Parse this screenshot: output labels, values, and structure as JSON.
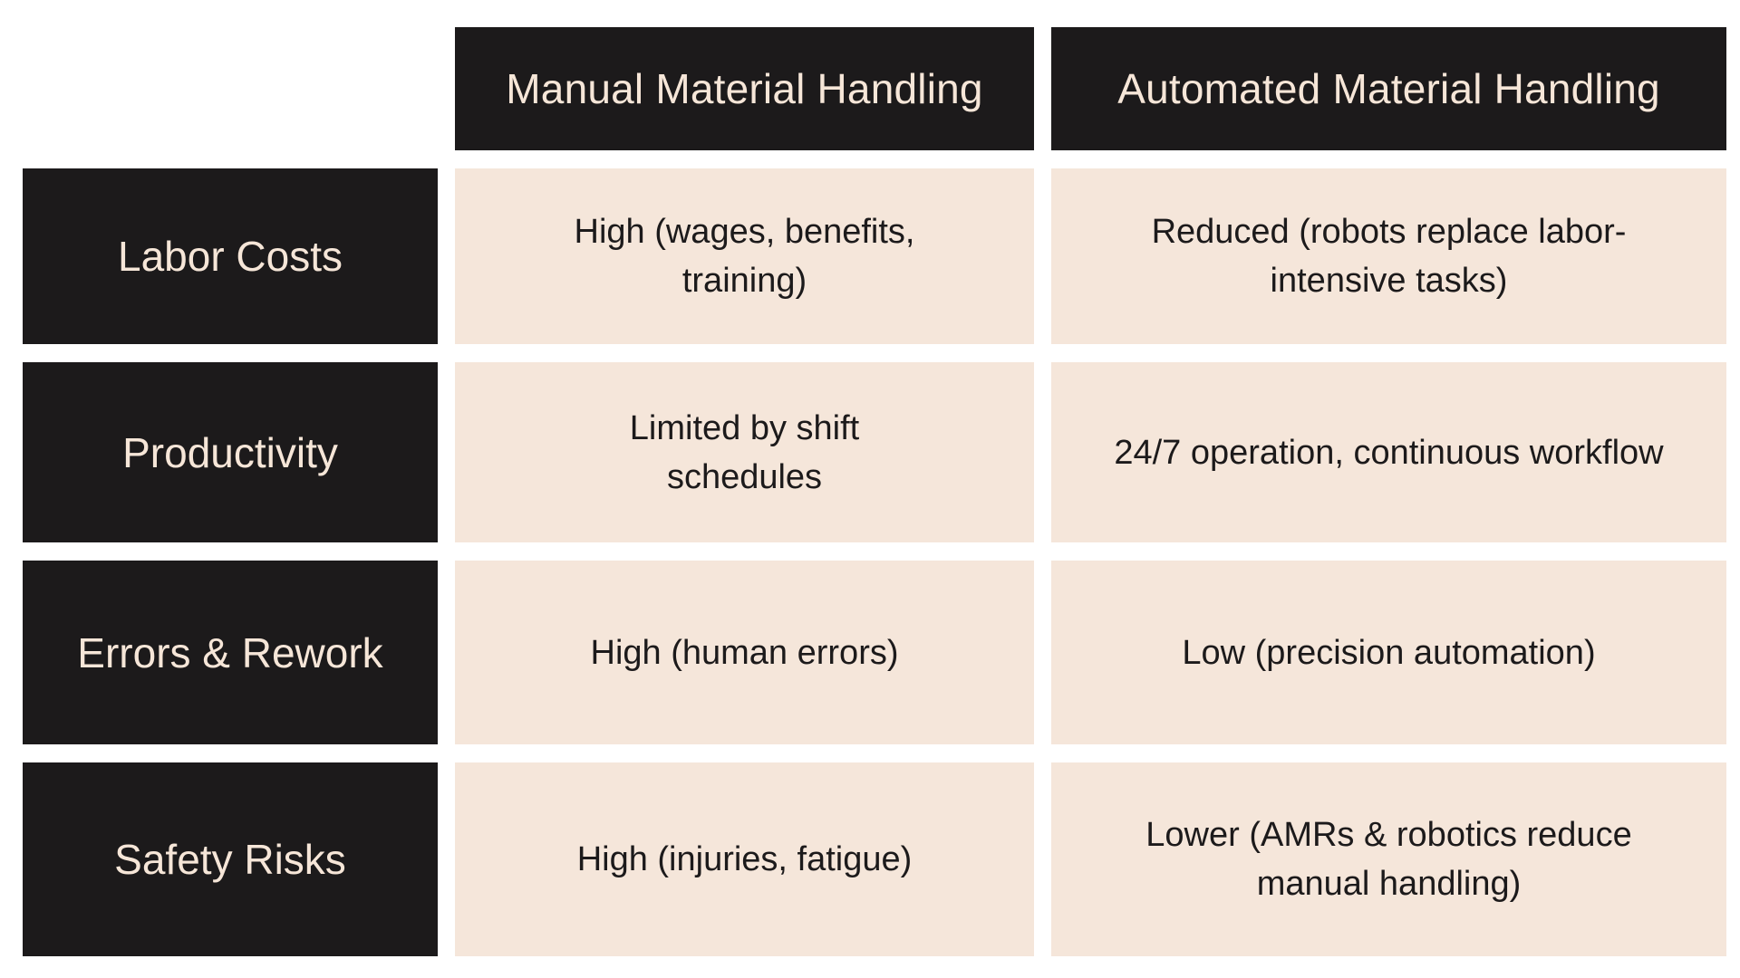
{
  "table": {
    "columns": [
      "Manual Material Handling",
      "Automated Material Handling"
    ],
    "rows": [
      {
        "label": "Labor Costs",
        "manual": "High (wages, benefits, training)",
        "automated": "Reduced (robots replace labor-intensive tasks)"
      },
      {
        "label": "Productivity",
        "manual": "Limited by shift schedules",
        "automated": "24/7 operation, continuous workflow"
      },
      {
        "label": "Errors & Rework",
        "manual": "High (human errors)",
        "automated": "Low (precision automation)"
      },
      {
        "label": "Safety Risks",
        "manual": "High (injuries, fatigue)",
        "automated": "Lower (AMRs & robotics reduce manual handling)"
      }
    ]
  },
  "colors": {
    "header_bg": "#1c1a1b",
    "header_text": "#f6e6d8",
    "cell_bg": "#f5e6da",
    "cell_text": "#1c1a1b"
  }
}
